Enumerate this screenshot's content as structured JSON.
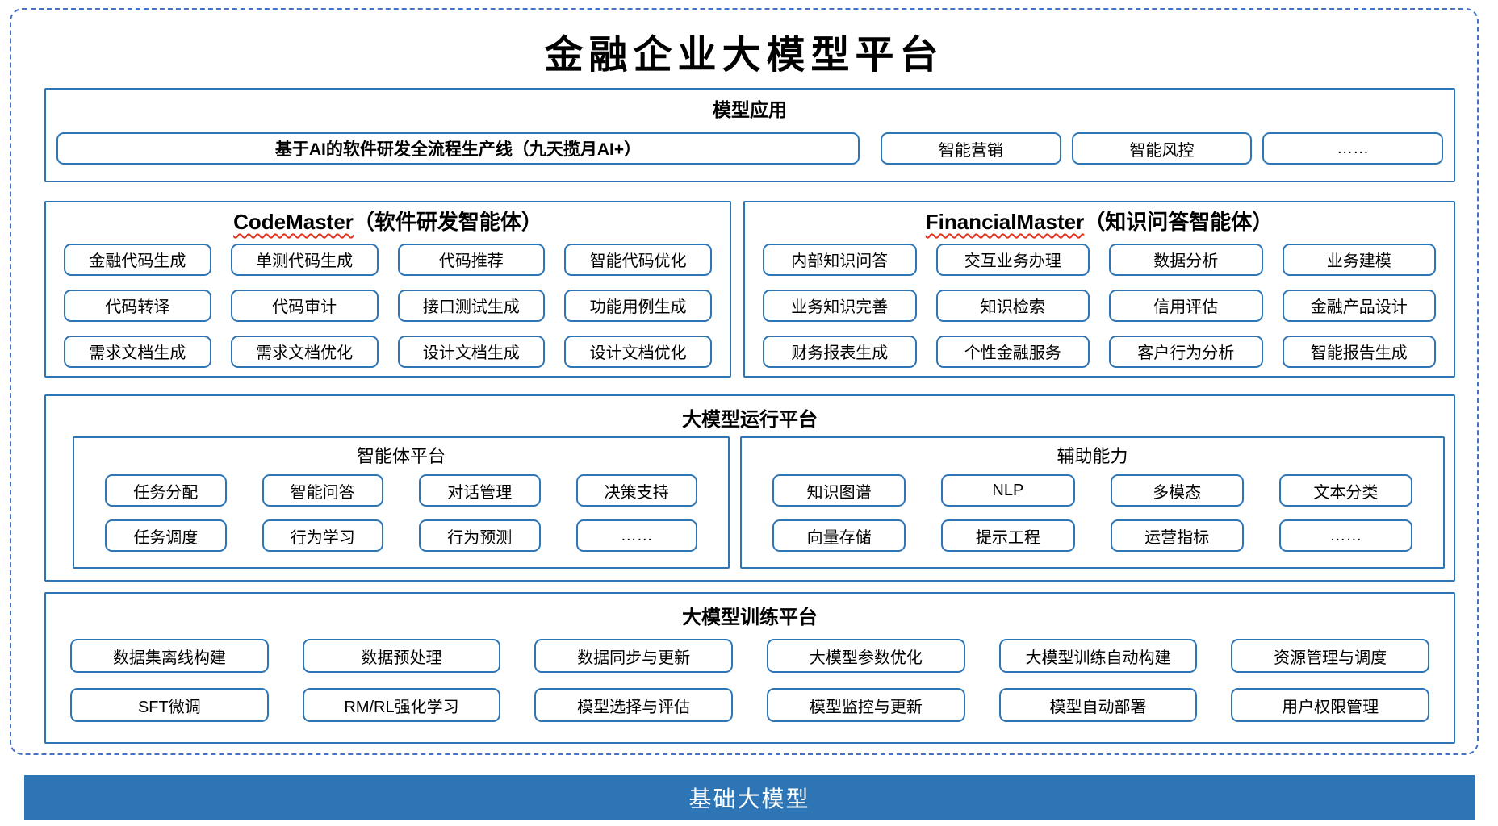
{
  "colors": {
    "box_border": "#2E75B6",
    "dashed_frame": "#4472C4",
    "wavy_underline": "#E0341B",
    "base_bar_bg": "#2E75B6",
    "base_bar_text": "#FFFFFF"
  },
  "title": "金融企业大模型平台",
  "model_app": {
    "header": "模型应用",
    "pipeline": "基于AI的软件研发全流程生产线（九天揽月AI+）",
    "items": [
      "智能营销",
      "智能风控",
      "……"
    ]
  },
  "codemaster": {
    "name": "CodeMaster",
    "subtitle": "（软件研发智能体）",
    "items": [
      "金融代码生成",
      "单测代码生成",
      "代码推荐",
      "智能代码优化",
      "代码转译",
      "代码审计",
      "接口测试生成",
      "功能用例生成",
      "需求文档生成",
      "需求文档优化",
      "设计文档生成",
      "设计文档优化"
    ]
  },
  "financialmaster": {
    "name": "FinancialMaster",
    "subtitle": "（知识问答智能体）",
    "items": [
      "内部知识问答",
      "交互业务办理",
      "数据分析",
      "业务建模",
      "业务知识完善",
      "知识检索",
      "信用评估",
      "金融产品设计",
      "财务报表生成",
      "个性金融服务",
      "客户行为分析",
      "智能报告生成"
    ]
  },
  "runtime_platform": {
    "header": "大模型运行平台",
    "agent_platform": {
      "header": "智能体平台",
      "items": [
        "任务分配",
        "智能问答",
        "对话管理",
        "决策支持",
        "任务调度",
        "行为学习",
        "行为预测",
        "……"
      ]
    },
    "aux_capabilities": {
      "header": "辅助能力",
      "items": [
        "知识图谱",
        "NLP",
        "多模态",
        "文本分类",
        "向量存储",
        "提示工程",
        "运营指标",
        "……"
      ]
    }
  },
  "training_platform": {
    "header": "大模型训练平台",
    "items": [
      "数据集离线构建",
      "数据预处理",
      "数据同步与更新",
      "大模型参数优化",
      "大模型训练自动构建",
      "资源管理与调度",
      "SFT微调",
      "RM/RL强化学习",
      "模型选择与评估",
      "模型监控与更新",
      "模型自动部署",
      "用户权限管理"
    ]
  },
  "base_model_bar": {
    "label": "基础大模型"
  }
}
